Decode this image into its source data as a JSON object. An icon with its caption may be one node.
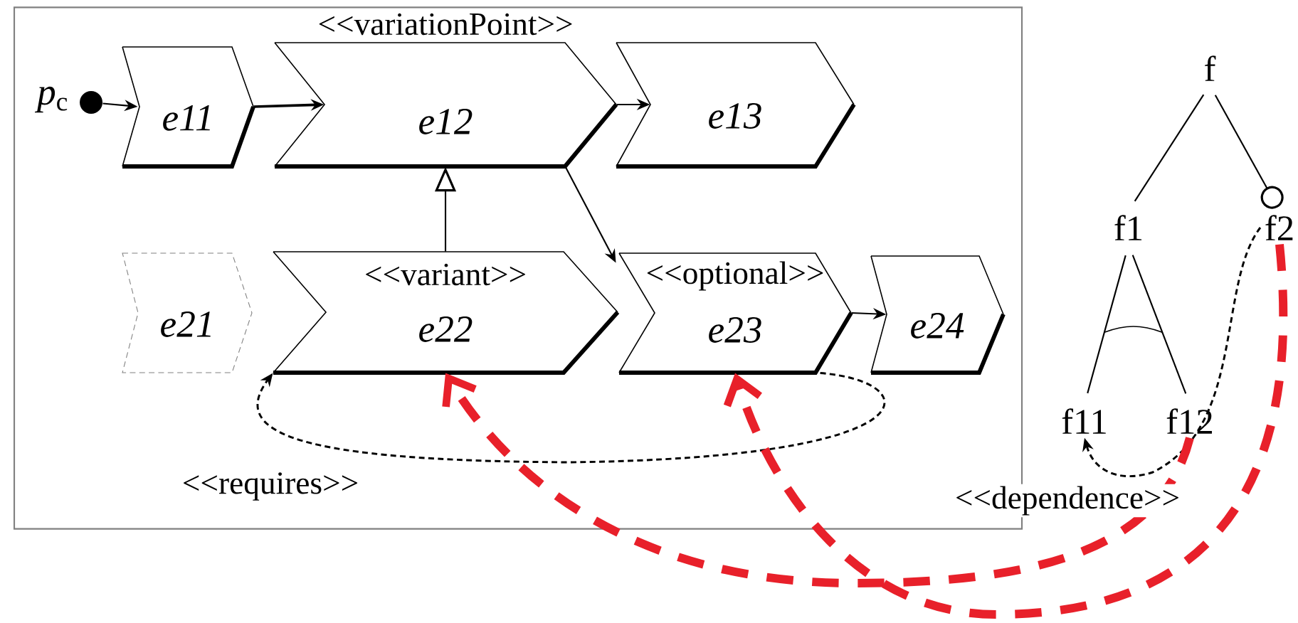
{
  "diagram": {
    "nodes": [
      {
        "text": [],
        "shape": "box"
      },
      {
        "text": [],
        "shape": "circle",
        "beside": [
          "*p*$_{c}$"
        ],
        "in": 0
      },
      {
        "text": [
          "e11"
        ],
        "in": 0
      },
      {
        "text": [
          "<<variationPoint>>",
          "e12"
        ],
        "in": 0
      },
      {
        "text": [
          "e13"
        ],
        "in": 0
      },
      {
        "text": [
          "e21"
        ],
        "in": 0
      },
      {
        "text": [
          "<<variant>>",
          "e22"
        ],
        "in": 0
      },
      {
        "text": [
          "<<optional>>",
          "e23"
        ],
        "in": 0
      },
      {
        "text": [
          "e24"
        ],
        "in": 0
      },
      {
        "text": [
          "f"
        ]
      },
      {
        "text": [
          "f1"
        ]
      },
      {
        "text": [
          "f2"
        ]
      },
      {
        "text": [
          "f11"
        ]
      },
      {
        "text": [
          "f12"
        ]
      }
    ],
    "edges": [
      {
        "from": 1,
        "to": 2,
        "arrow": "to"
      },
      {
        "from": 2,
        "to": 3,
        "arrow": "to"
      },
      {
        "from": 3,
        "to": 4,
        "arrow": "to"
      },
      {
        "from": 3,
        "to": 7,
        "arrow": "to"
      },
      {
        "from": 6,
        "to": 3,
        "arrow": "to"
      },
      {
        "from": 7,
        "to": 8,
        "arrow": "to"
      },
      {
        "from": 7,
        "to": 6,
        "arrow": "to",
        "style": "dashed",
        "label": "<<requires>>"
      },
      {
        "from": 9,
        "to": 10,
        "arrow": "none"
      },
      {
        "from": 9,
        "to": 11,
        "arrow": "other"
      },
      {
        "from": 10,
        "to": 12,
        "arrow": "none"
      },
      {
        "from": 10,
        "to": 13,
        "arrow": "none"
      },
      {
        "from": 11,
        "to": 12,
        "arrow": "to",
        "style": "dashed",
        "label": "<<dependence>>"
      },
      {
        "from": 13,
        "to": 6,
        "arrow": "to",
        "style": "dashed",
        "color": "#e8202a"
      },
      {
        "from": 11,
        "to": 7,
        "arrow": "to",
        "style": "dashed",
        "color": "#e8202a"
      }
    ]
  }
}
